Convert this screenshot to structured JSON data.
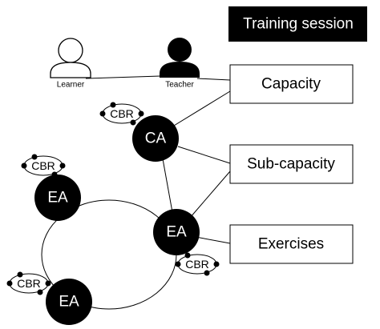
{
  "title": "Training session",
  "people": {
    "learner": "Learner",
    "teacher": "Teacher"
  },
  "boxes": {
    "capacity": "Capacity",
    "sub_capacity": "Sub-capacity",
    "exercises": "Exercises"
  },
  "nodes": {
    "ca": "CA",
    "ea_left": "EA",
    "ea_right": "EA",
    "ea_bottom": "EA"
  },
  "cbr_label": "CBR"
}
